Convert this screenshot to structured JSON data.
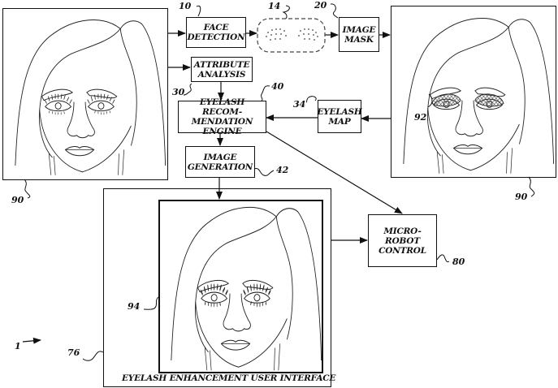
{
  "figure": {
    "figure_ref": "1",
    "blocks": {
      "face_detection": {
        "label": "FACE\nDETECTION",
        "ref": "10"
      },
      "eye_region": {
        "ref": "14"
      },
      "image_mask": {
        "label": "IMAGE\nMASK",
        "ref": "20"
      },
      "attribute_analysis": {
        "label": "ATTRIBUTE\nANALYSIS",
        "ref": "30"
      },
      "recommendation_engine": {
        "label": "EYELASH RECOM-\nMENDATION\nENGINE",
        "ref": "40"
      },
      "eyelash_map": {
        "label": "EYELASH\nMAP",
        "ref": "34"
      },
      "image_generation": {
        "label": "IMAGE\nGENERATION",
        "ref": "42"
      },
      "micro_robot_control": {
        "label": "MICRO-\nROBOT\nCONTROL",
        "ref": "80"
      },
      "user_interface": {
        "caption": "EYELASH ENHANCEMENT USER INTERFACE",
        "ref": "76"
      }
    },
    "faces": {
      "input_image": {
        "ref": "90"
      },
      "masked_image": {
        "ref": "90",
        "mask_ref": "92"
      },
      "enhanced_image": {
        "ref": "94"
      }
    }
  }
}
